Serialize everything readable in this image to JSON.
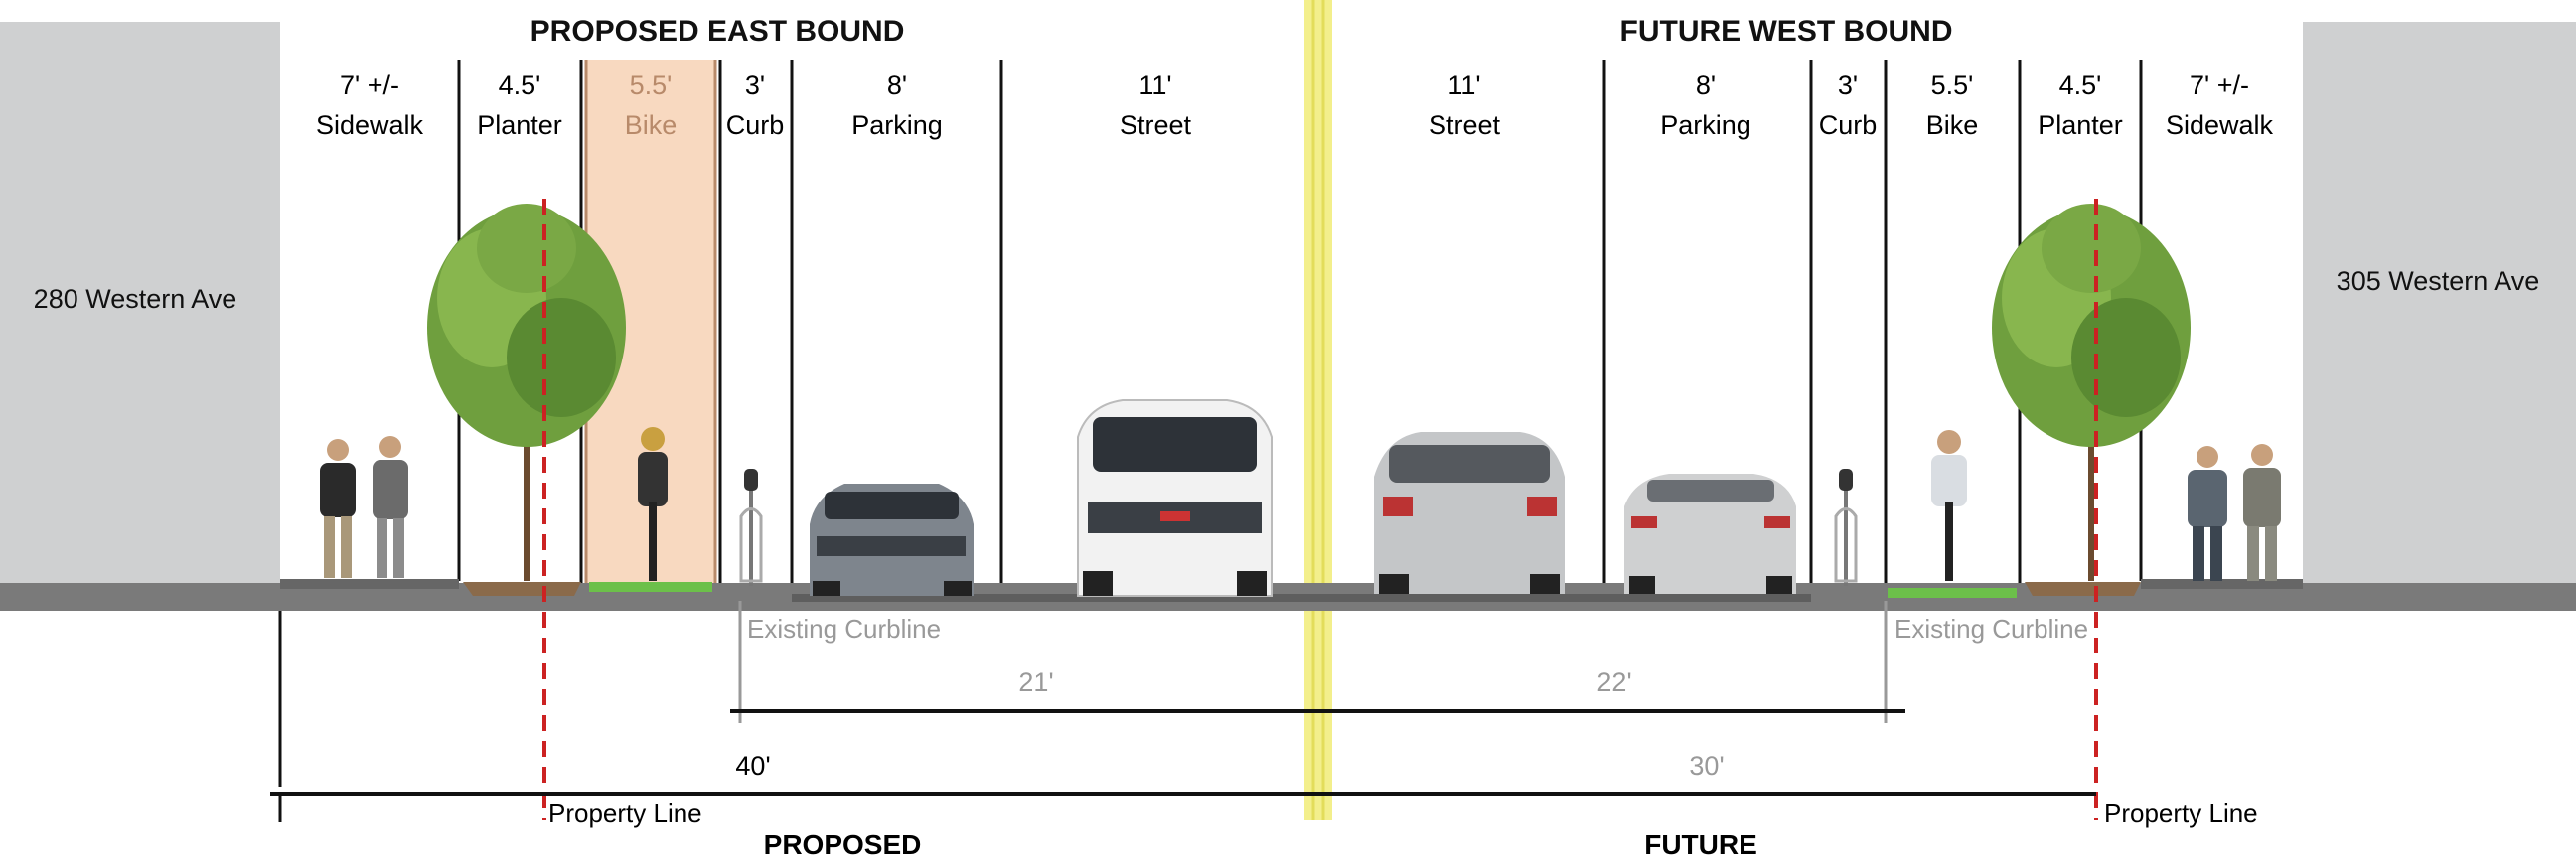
{
  "headers": {
    "east": "PROPOSED EAST BOUND",
    "west": "FUTURE WEST BOUND"
  },
  "buildings": {
    "left": "280 Western Ave",
    "right": "305 Western Ave"
  },
  "zones_east": [
    {
      "size": "7' +/-",
      "name": "Sidewalk"
    },
    {
      "size": "4.5'",
      "name": "Planter"
    },
    {
      "size": "5.5'",
      "name": "Bike"
    },
    {
      "size": "3'",
      "name": "Curb"
    },
    {
      "size": "8'",
      "name": "Parking"
    },
    {
      "size": "11'",
      "name": "Street"
    }
  ],
  "zones_west": [
    {
      "size": "11'",
      "name": "Street"
    },
    {
      "size": "8'",
      "name": "Parking"
    },
    {
      "size": "3'",
      "name": "Curb"
    },
    {
      "size": "5.5'",
      "name": "Bike"
    },
    {
      "size": "4.5'",
      "name": "Planter"
    },
    {
      "size": "7' +/-",
      "name": "Sidewalk"
    }
  ],
  "curbline": {
    "left": "Existing Curbline",
    "right": "Existing Curbline"
  },
  "dimensions": {
    "east_curb_to_center": "21'",
    "west_center_to_curb": "22'",
    "east_total": "40'",
    "west_total": "30'"
  },
  "property_line": {
    "left": "Property Line",
    "right": "Property Line"
  },
  "footer": {
    "left": "PROPOSED",
    "right": "FUTURE"
  },
  "colors": {
    "building": "#cfd0d1",
    "ground": "#7a7a7a",
    "bike_lane_highlight": "#f8d9c0",
    "bike_lane_text": "#b88a6a",
    "bike_pavement": "#6cc04a",
    "centerline": "#f3ef8c",
    "property_line": "#cc2222",
    "dim_gray": "#999999"
  }
}
